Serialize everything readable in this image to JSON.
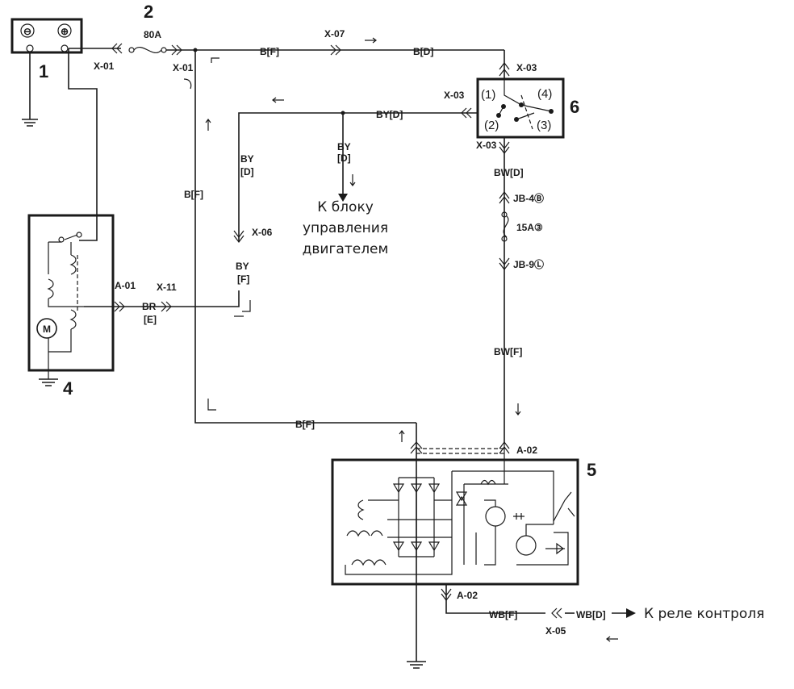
{
  "components": {
    "battery": {
      "number": "1",
      "minus": "⊖",
      "plus": "⊕"
    },
    "fuse_main": {
      "number": "2",
      "rating": "80A"
    },
    "wiper_motor": {
      "number": "4",
      "motor": "M"
    },
    "generator": {
      "number": "5"
    },
    "ignition_switch": {
      "number": "6",
      "pin1": "(1)",
      "pin2": "(2)",
      "pin3": "(3)",
      "pin4": "(4)"
    },
    "fuse_small": {
      "rating": "15A③"
    }
  },
  "connectors": {
    "x01_a": "X-01",
    "x01_b": "X-01",
    "x07": "X-07",
    "x03_top": "X-03",
    "x03_left": "X-03",
    "x03_bottom": "X-03",
    "jb4": "JB-4Ⓑ",
    "jb9": "JB-9Ⓛ",
    "x06": "X-06",
    "a01": "A-01",
    "x11": "X-11",
    "a02_top": "A-02",
    "a02_bottom": "A-02",
    "x05": "X-05"
  },
  "wires": {
    "bf_top": "B[F]",
    "bd_top": "B[D]",
    "byd_h": "BY[D]",
    "by_left": "BY",
    "d_left": "[D]",
    "by_mid": "BY",
    "d_mid": "[D]",
    "by_low": "BY",
    "f_low": "[F]",
    "br": "BR",
    "e": "[E]",
    "bf_vert": "B[F]",
    "bwd": "BW[D]",
    "bwf": "BW[F]",
    "bf_bottom": "B[F]",
    "wbf": "WB[F]",
    "wbd": "WB[D]"
  },
  "notes": {
    "engine_ecu_1": "К блоку",
    "engine_ecu_2": "управления",
    "engine_ecu_3": "двигателем",
    "relay": "К реле контроля"
  }
}
